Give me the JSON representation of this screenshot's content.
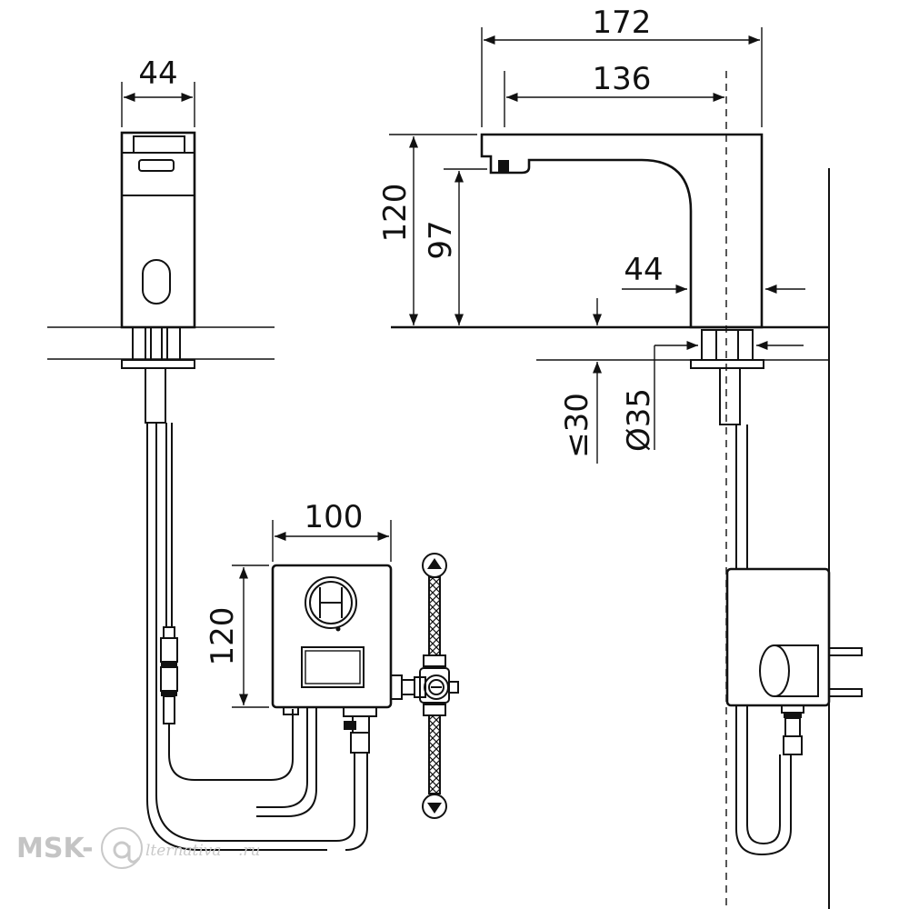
{
  "dimensions": {
    "front_width": "44",
    "total_length": "172",
    "spout_reach": "136",
    "body_height": "120",
    "spout_height": "97",
    "body_depth": "44",
    "counter_thickness": "≤30",
    "hole_diameter": "Ø35",
    "box_width": "100",
    "box_height": "120"
  },
  "watermark": {
    "prefix": "MSK-",
    "script": "lternativa",
    "suffix": ".ru"
  },
  "colors": {
    "line": "#111111",
    "watermark": "#c4c4c4"
  }
}
